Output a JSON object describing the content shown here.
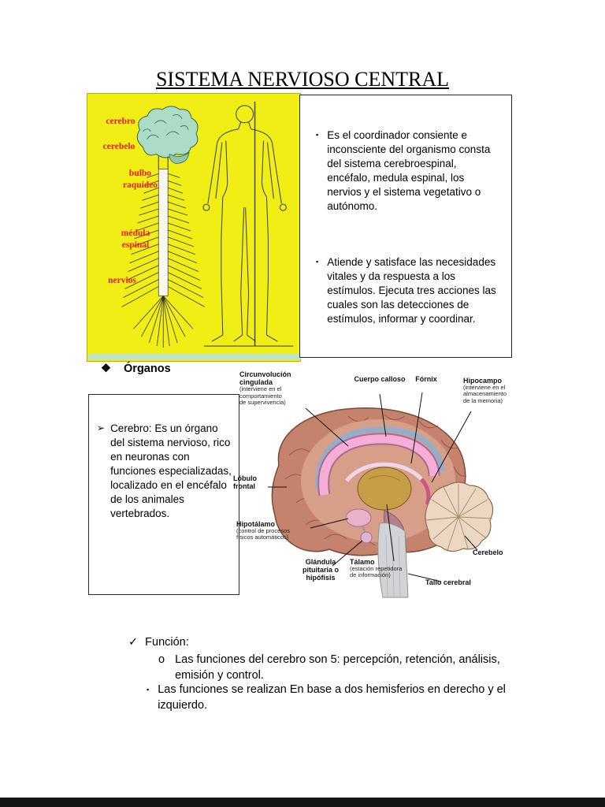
{
  "title": "SISTEMA NERVIOSO CENTRAL",
  "ns_figure": {
    "labels": {
      "cerebro": "cerebro",
      "cerebelo": "cerebelo",
      "bulbo": "bulbo\nraquídeo",
      "medula": "médula\nespinal",
      "nervios": "nervios"
    }
  },
  "intro_box": {
    "bullet_icon": "▪",
    "bullet1": "Es el coordinador consiente e inconsciente del organismo consta del sistema cerebroespinal, encéfalo, medula espinal, los nervios y el sistema vegetativo o autónomo.",
    "bullet2": "Atiende y satisface las necesidades vitales y da respuesta a los estímulos. Ejecuta tres acciones las cuales son las detecciones de estímulos, informar y coordinar."
  },
  "organos": {
    "bullet_icon": "❖",
    "heading": "Órganos",
    "arrow_icon": "➢",
    "cerebro_text": "Cerebro: Es un órgano del sistema nervioso, rico en neuronas con funciones especializadas, localizado en el encéfalo de los animales vertebrados."
  },
  "brain_diagram": {
    "labels": [
      {
        "name": "Circunvolución\ncingulada",
        "desc": "(interviene en el\ncomportamiento\nde supervivencia)"
      },
      {
        "name": "Cuerpo calloso",
        "desc": ""
      },
      {
        "name": "Fórnix",
        "desc": ""
      },
      {
        "name": "Hipocampo",
        "desc": "(interviene en el\nalmacenamiento\nde la memoria)"
      },
      {
        "name": "Lóbulo\nfrontal",
        "desc": ""
      },
      {
        "name": "Hipotálamo",
        "desc": "(control de procesos\nfísicos automáticos)"
      },
      {
        "name": "Glándula\npituitaria o\nhipófisis",
        "desc": ""
      },
      {
        "name": "Tálamo",
        "desc": "(estación repetidora\nde información)"
      },
      {
        "name": "Cerebelo",
        "desc": ""
      },
      {
        "name": "Tallo cerebral",
        "desc": ""
      }
    ]
  },
  "funcion": {
    "check_icon": "✓",
    "heading": "Función:",
    "item1_bullet": "o",
    "item1": "Las funciones del cerebro son 5: percepción, retención, análisis, emisión y control.",
    "item2_bullet": "▪",
    "item2": "Las funciones se realizan En base a dos hemisferios en derecho y el izquierdo."
  },
  "colors": {
    "figure_bg": "#f1ee15",
    "label_red": "#ed1c24",
    "brain_fill": "#c5836e",
    "thalamus_gold": "#c79e45",
    "corpus_pink": "#f4aed8"
  }
}
